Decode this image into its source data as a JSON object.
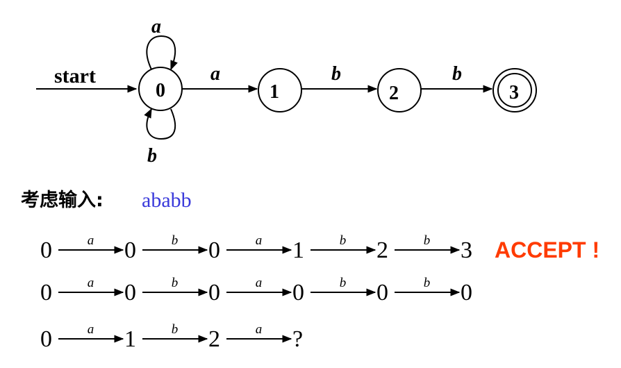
{
  "automaton": {
    "start_label": "start",
    "states": [
      {
        "label": "0",
        "accepting": false
      },
      {
        "label": "1",
        "accepting": false
      },
      {
        "label": "2",
        "accepting": false
      },
      {
        "label": "3",
        "accepting": true
      }
    ],
    "loops": {
      "top": "a",
      "bottom": "b"
    },
    "edges": [
      {
        "from": "0",
        "to": "1",
        "symbol": "a"
      },
      {
        "from": "1",
        "to": "2",
        "symbol": "b"
      },
      {
        "from": "2",
        "to": "3",
        "symbol": "b"
      }
    ]
  },
  "input_section": {
    "label": "考虑输入:",
    "value": "ababb"
  },
  "sequences": [
    {
      "states": [
        "0",
        "0",
        "0",
        "1",
        "2",
        "3"
      ],
      "symbols": [
        "a",
        "b",
        "a",
        "b",
        "b"
      ],
      "result": "ACCEPT !"
    },
    {
      "states": [
        "0",
        "0",
        "0",
        "0",
        "0",
        "0"
      ],
      "symbols": [
        "a",
        "b",
        "a",
        "b",
        "b"
      ]
    },
    {
      "states": [
        "0",
        "1",
        "2",
        "?"
      ],
      "symbols": [
        "a",
        "b",
        "a"
      ]
    }
  ],
  "colors": {
    "input_value": "#3a3adb",
    "accept": "#ff3b00",
    "stroke": "#000000"
  }
}
